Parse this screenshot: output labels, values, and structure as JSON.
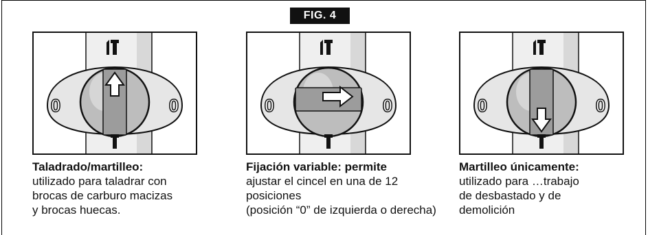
{
  "figure_label": "FIG. 4",
  "dial_icon_top": "drill-hammer-icon",
  "dial_icon_bottom": "hammer-icon",
  "position_mark": "0",
  "panels": [
    {
      "mode": "drill-hammer",
      "arrow": "up",
      "title": "Taladrado/martilleo:",
      "lines": [
        "utilizado para taladrar con",
        "brocas de carburo macizas",
        "y brocas huecas."
      ]
    },
    {
      "mode": "variable-lock",
      "arrow": "right",
      "title": "Fijación variable: permite",
      "lines": [
        "ajustar el cincel en una de 12",
        "posiciones",
        "(posición “0” de izquierda o derecha)"
      ]
    },
    {
      "mode": "hammer-only",
      "arrow": "down",
      "title": "Martilleo únicamente:",
      "lines": [
        "utilizado para …trabajo",
        "de desbastado y de",
        "demolición"
      ]
    }
  ],
  "colors": {
    "ink": "#111111",
    "panel_shade": "#d8d8d8",
    "dial_body": "#e6e6e6",
    "knob": "#bdbdbd"
  }
}
